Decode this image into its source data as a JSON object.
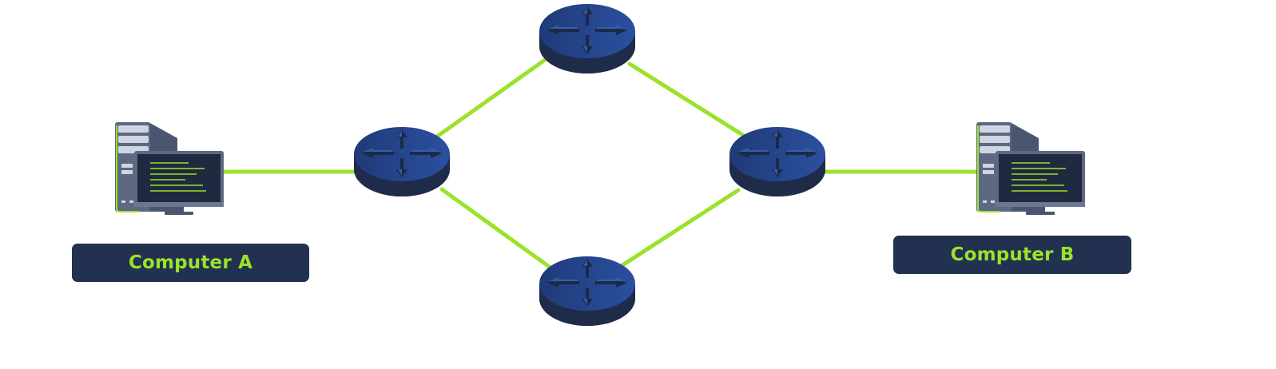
{
  "diagram": {
    "computers": [
      {
        "id": "computer-a",
        "label": "Computer A",
        "icon": "desktop-computer-icon"
      },
      {
        "id": "computer-b",
        "label": "Computer B",
        "icon": "desktop-computer-icon"
      }
    ],
    "routers": [
      {
        "id": "router-left",
        "icon": "router-icon"
      },
      {
        "id": "router-top",
        "icon": "router-icon"
      },
      {
        "id": "router-right",
        "icon": "router-icon"
      },
      {
        "id": "router-bottom",
        "icon": "router-icon"
      }
    ],
    "links": [
      {
        "from": "computer-a",
        "to": "router-left"
      },
      {
        "from": "router-left",
        "to": "router-top"
      },
      {
        "from": "router-left",
        "to": "router-bottom"
      },
      {
        "from": "router-top",
        "to": "router-right"
      },
      {
        "from": "router-bottom",
        "to": "router-right"
      },
      {
        "from": "router-right",
        "to": "computer-b"
      }
    ],
    "colors": {
      "link": "#9be22a",
      "label_background": "#22314f",
      "label_text": "#9be22a",
      "router_top": "#27488f",
      "router_side": "#1e2c4a",
      "computer_body": "#5d6882",
      "computer_screen": "#1f2a40"
    }
  }
}
